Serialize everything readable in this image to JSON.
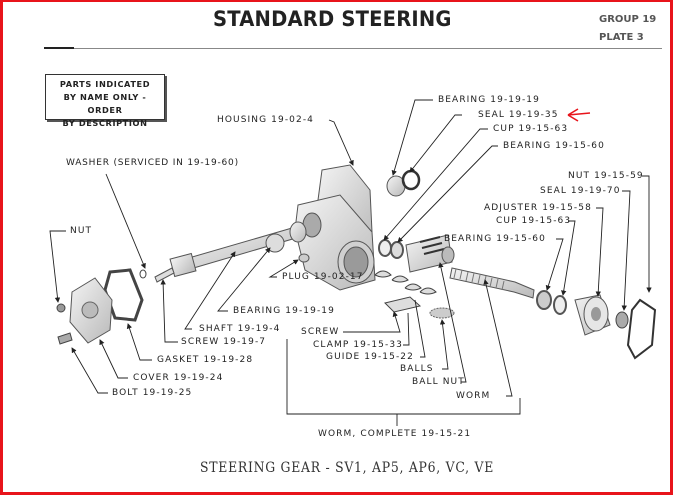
{
  "header": {
    "title": "STANDARD STEERING",
    "group": "GROUP 19",
    "plate": "PLATE 3"
  },
  "note_box": {
    "line1": "PARTS INDICATED",
    "line2": "BY NAME ONLY - ORDER",
    "line3": "BY DESCRIPTION"
  },
  "labels": {
    "housing": "HOUSING 19-02-4",
    "bearing_top": "BEARING 19-19-19",
    "seal_top": "SEAL 19-19-35",
    "cup_top": "CUP 19-15-63",
    "bearing_1560_top": "BEARING 19-15-60",
    "washer": "WASHER (SERVICED IN 19-19-60)",
    "nut_left": "NUT",
    "nut_right": "NUT 19-15-59",
    "seal_right": "SEAL 19-19-70",
    "adjuster": "ADJUSTER 19-15-58",
    "cup_right": "CUP 19-15-63",
    "bearing_right": "BEARING 19-15-60",
    "plug": "PLUG 19-02-17",
    "bearing_mid": "BEARING 19-19-19",
    "shaft": "SHAFT 19-19-4",
    "screw_197": "SCREW 19-19-7",
    "gasket": "GASKET 19-19-28",
    "cover": "COVER 19-19-24",
    "bolt": "BOLT 19-19-25",
    "screw": "SCREW",
    "clamp": "CLAMP 19-15-33",
    "guide": "GUIDE 19-15-22",
    "balls": "BALLS",
    "ball_nut": "BALL NUT",
    "worm": "WORM",
    "worm_complete": "WORM, COMPLETE 19-15-21"
  },
  "caption": "STEERING GEAR - SV1, AP5, AP6, VC, VE",
  "colors": {
    "frame": "#e8141b",
    "annotation_arrow": "#e8141b",
    "ink": "#222222"
  }
}
